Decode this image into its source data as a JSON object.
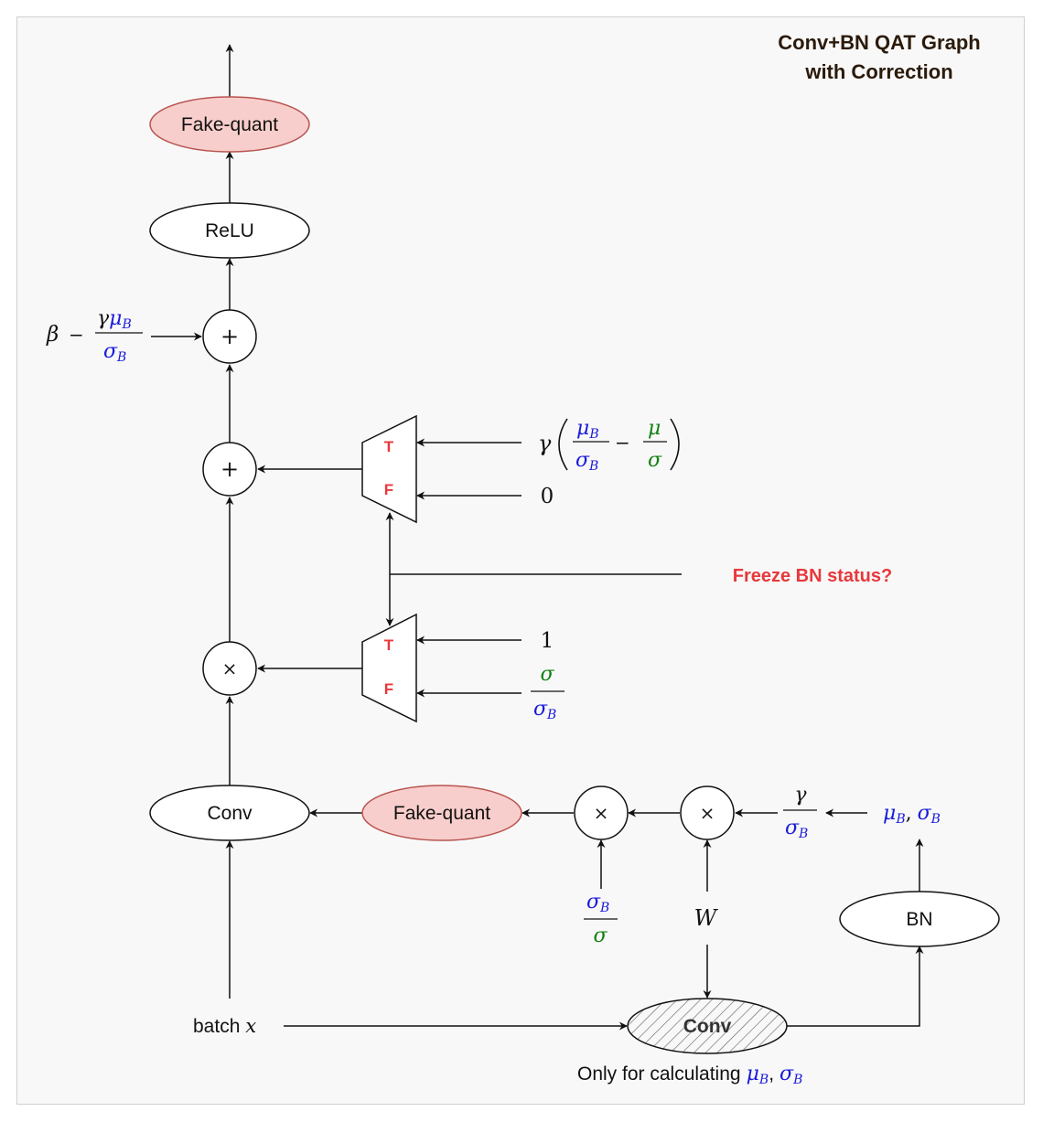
{
  "title": {
    "line1": "Conv+BN QAT Graph",
    "line2": "with Correction"
  },
  "nodes": {
    "fake_quant_top": "Fake-quant",
    "relu": "ReLU",
    "add_symbol": "+",
    "mul_symbol": "×",
    "conv_main": "Conv",
    "fake_quant_weight": "Fake-quant",
    "bn": "BN",
    "conv_stats": "Conv",
    "mux_true": "T",
    "mux_false": "F"
  },
  "labels": {
    "freeze_bn": "Freeze BN status?",
    "batch_x_text": "batch",
    "batch_x_var": "x",
    "only_for": "Only for calculating",
    "zero": "0",
    "one": "1",
    "W": "W"
  },
  "math": {
    "beta": "β",
    "minus": "−",
    "gamma": "γ",
    "mu": "μ",
    "sigma": "σ",
    "sub_B": "B",
    "comma": ","
  },
  "colors": {
    "batch_stats": "#1a1adb",
    "moving_stats": "#128012",
    "highlight": "#e8383b",
    "fake_quant_fill": "#f8cecc",
    "fake_quant_stroke": "#b85450",
    "title": "#2b1a0a"
  }
}
